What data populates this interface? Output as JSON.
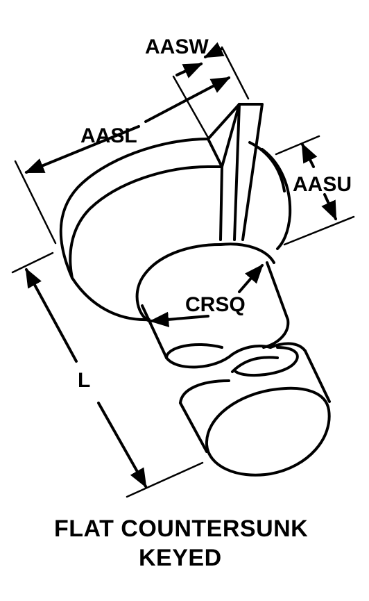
{
  "labels": {
    "aasw": "AASW",
    "aasl": "AASL",
    "aasu": "AASU",
    "crsq": "CRSQ",
    "l": "L"
  },
  "caption": {
    "line1": "FLAT COUNTERSUNK",
    "line2": "KEYED"
  }
}
